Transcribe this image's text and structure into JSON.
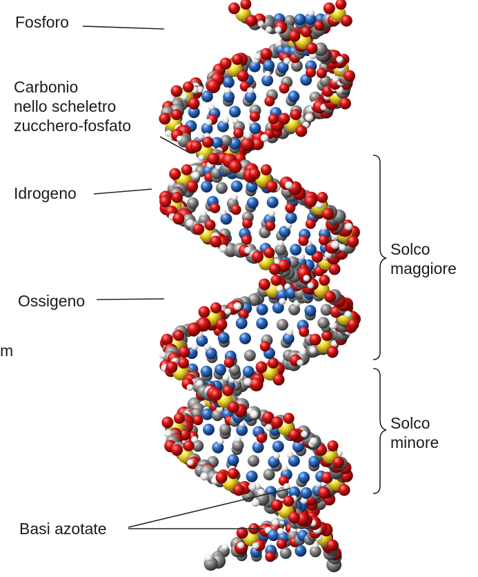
{
  "labels": {
    "fosforo": "Fosforo",
    "carbonio": [
      "Carbonio",
      "nello scheletro",
      "zucchero-fosfato"
    ],
    "idrogeno": "Idrogeno",
    "ossigeno": "Ossigeno",
    "fragment": "m",
    "solco_maggiore": [
      "Solco",
      "maggiore"
    ],
    "solco_minore": [
      "Solco",
      "minore"
    ],
    "basi_azotate": "Basi azotate"
  },
  "colors": {
    "phosphorus": "#e3cf22",
    "oxygen": "#d81414",
    "carbon": "#8c8c8c",
    "hydrogen": "#f4f4f4",
    "nitrogen": "#2f6fc4",
    "label_text": "#1a1a1a",
    "leader_line": "#222222"
  }
}
